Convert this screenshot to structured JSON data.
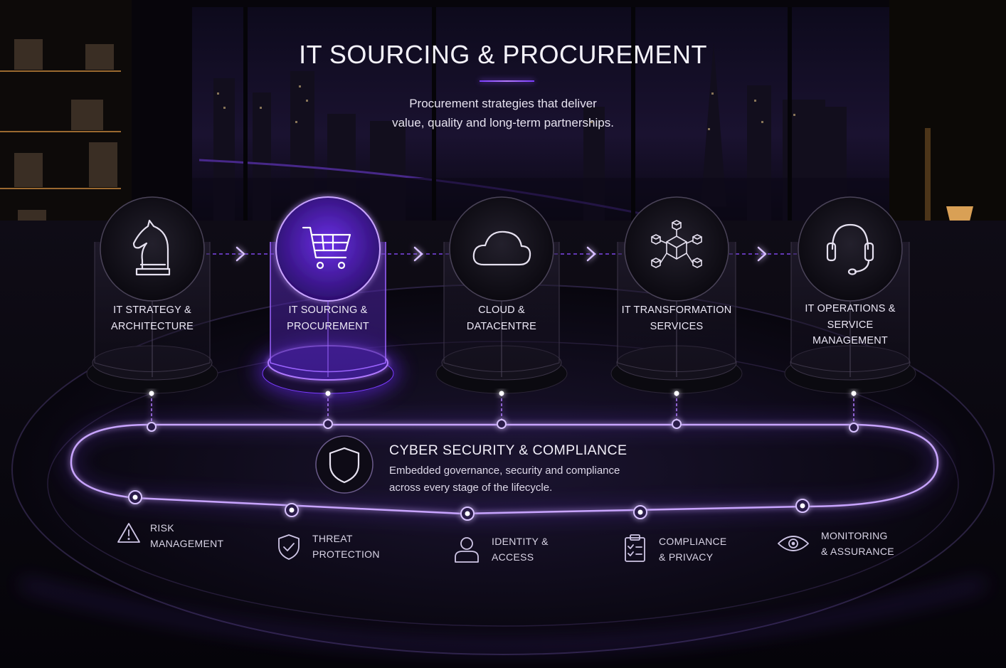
{
  "header": {
    "title": "IT SOURCING & PROCUREMENT",
    "subtitle_line1": "Procurement strategies that deliver",
    "subtitle_line2": "value, quality and long-term partnerships."
  },
  "steps": [
    {
      "line1": "IT STRATEGY &",
      "line2": "ARCHITECTURE",
      "line3": "",
      "icon": "chess-knight-icon",
      "active": false
    },
    {
      "line1": "IT SOURCING &",
      "line2": "PROCUREMENT",
      "line3": "",
      "icon": "shopping-cart-icon",
      "active": true
    },
    {
      "line1": "CLOUD &",
      "line2": "DATACENTRE",
      "line3": "",
      "icon": "cloud-icon",
      "active": false
    },
    {
      "line1": "IT TRANSFORMATION",
      "line2": "SERVICES",
      "line3": "",
      "icon": "cube-network-icon",
      "active": false
    },
    {
      "line1": "IT OPERATIONS &",
      "line2": "SERVICE",
      "line3": "MANAGEMENT",
      "icon": "headset-icon",
      "active": false
    }
  ],
  "cyber": {
    "title": "CYBER SECURITY & COMPLIANCE",
    "desc_line1": "Embedded governance, security and compliance",
    "desc_line2": "across every stage of the lifecycle.",
    "icon": "shield-icon"
  },
  "pillars": [
    {
      "line1": "RISK",
      "line2": "MANAGEMENT",
      "icon": "warning-icon"
    },
    {
      "line1": "THREAT",
      "line2": "PROTECTION",
      "icon": "shield-check-icon"
    },
    {
      "line1": "IDENTITY &",
      "line2": "ACCESS",
      "icon": "user-icon"
    },
    {
      "line1": "COMPLIANCE",
      "line2": "& PRIVACY",
      "icon": "clipboard-check-icon"
    },
    {
      "line1": "MONITORING",
      "line2": "& ASSURANCE",
      "icon": "eye-icon"
    }
  ],
  "colors": {
    "accent": "#8a4dff",
    "accent_glow": "#b57cff",
    "background": "#07050d"
  }
}
